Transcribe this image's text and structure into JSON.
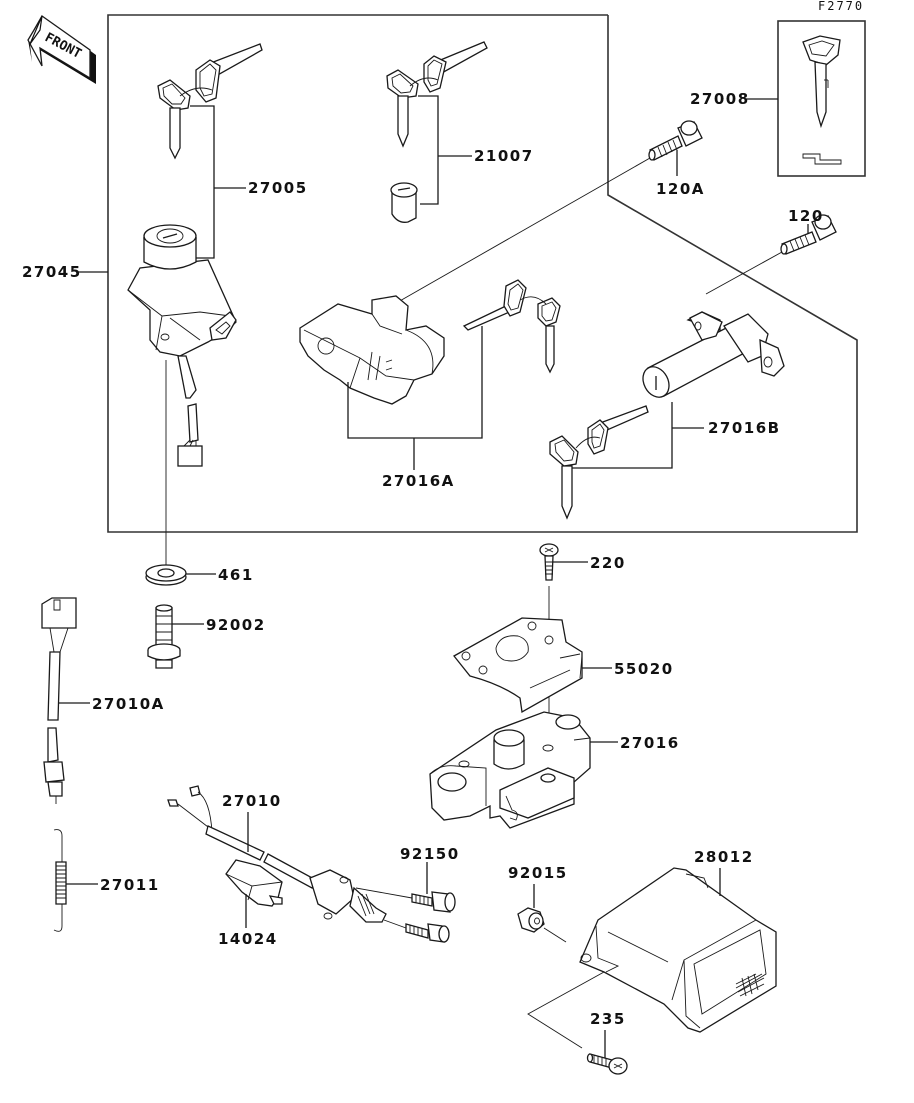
{
  "diagram": {
    "type": "exploded-parts-diagram",
    "figure_code": "F2770",
    "orientation_marker": "FRONT",
    "colors": {
      "line": "#1a1a1a",
      "background": "#ffffff",
      "frame": "#333333"
    },
    "parts": [
      {
        "ref": "27045",
        "description": "Ignition / lock set (grouped frame)"
      },
      {
        "ref": "27005",
        "description": "Ignition switch with keys"
      },
      {
        "ref": "21007",
        "description": "Keys with cylinder"
      },
      {
        "ref": "27008",
        "description": "Blank key"
      },
      {
        "ref": "120A",
        "description": "Bolt"
      },
      {
        "ref": "120",
        "description": "Bolt"
      },
      {
        "ref": "27016A",
        "description": "Seat lock with keys"
      },
      {
        "ref": "27016B",
        "description": "Lock cylinder with keys"
      },
      {
        "ref": "461",
        "description": "Washer"
      },
      {
        "ref": "92002",
        "description": "Bolt"
      },
      {
        "ref": "220",
        "description": "Screw"
      },
      {
        "ref": "55020",
        "description": "Bracket plate"
      },
      {
        "ref": "27016",
        "description": "Lock holder"
      },
      {
        "ref": "27010A",
        "description": "Switch with lead"
      },
      {
        "ref": "27011",
        "description": "Spring"
      },
      {
        "ref": "27010",
        "description": "Switch with lead"
      },
      {
        "ref": "14024",
        "description": "Cover"
      },
      {
        "ref": "92150",
        "description": "Bolt"
      },
      {
        "ref": "92015",
        "description": "Nut"
      },
      {
        "ref": "28012",
        "description": "Cover / box"
      },
      {
        "ref": "235",
        "description": "Bolt"
      }
    ],
    "labels": {
      "l27045": "27045",
      "l27005": "27005",
      "l21007": "21007",
      "l27008": "27008",
      "l120A": "120A",
      "l120": "120",
      "l27016A": "27016A",
      "l27016B": "27016B",
      "l461": "461",
      "l92002": "92002",
      "l220": "220",
      "l55020": "55020",
      "l27016": "27016",
      "l27010A": "27010A",
      "l27011": "27011",
      "l27010": "27010",
      "l14024": "14024",
      "l92150": "92150",
      "l92015": "92015",
      "l28012": "28012",
      "l235": "235"
    }
  }
}
